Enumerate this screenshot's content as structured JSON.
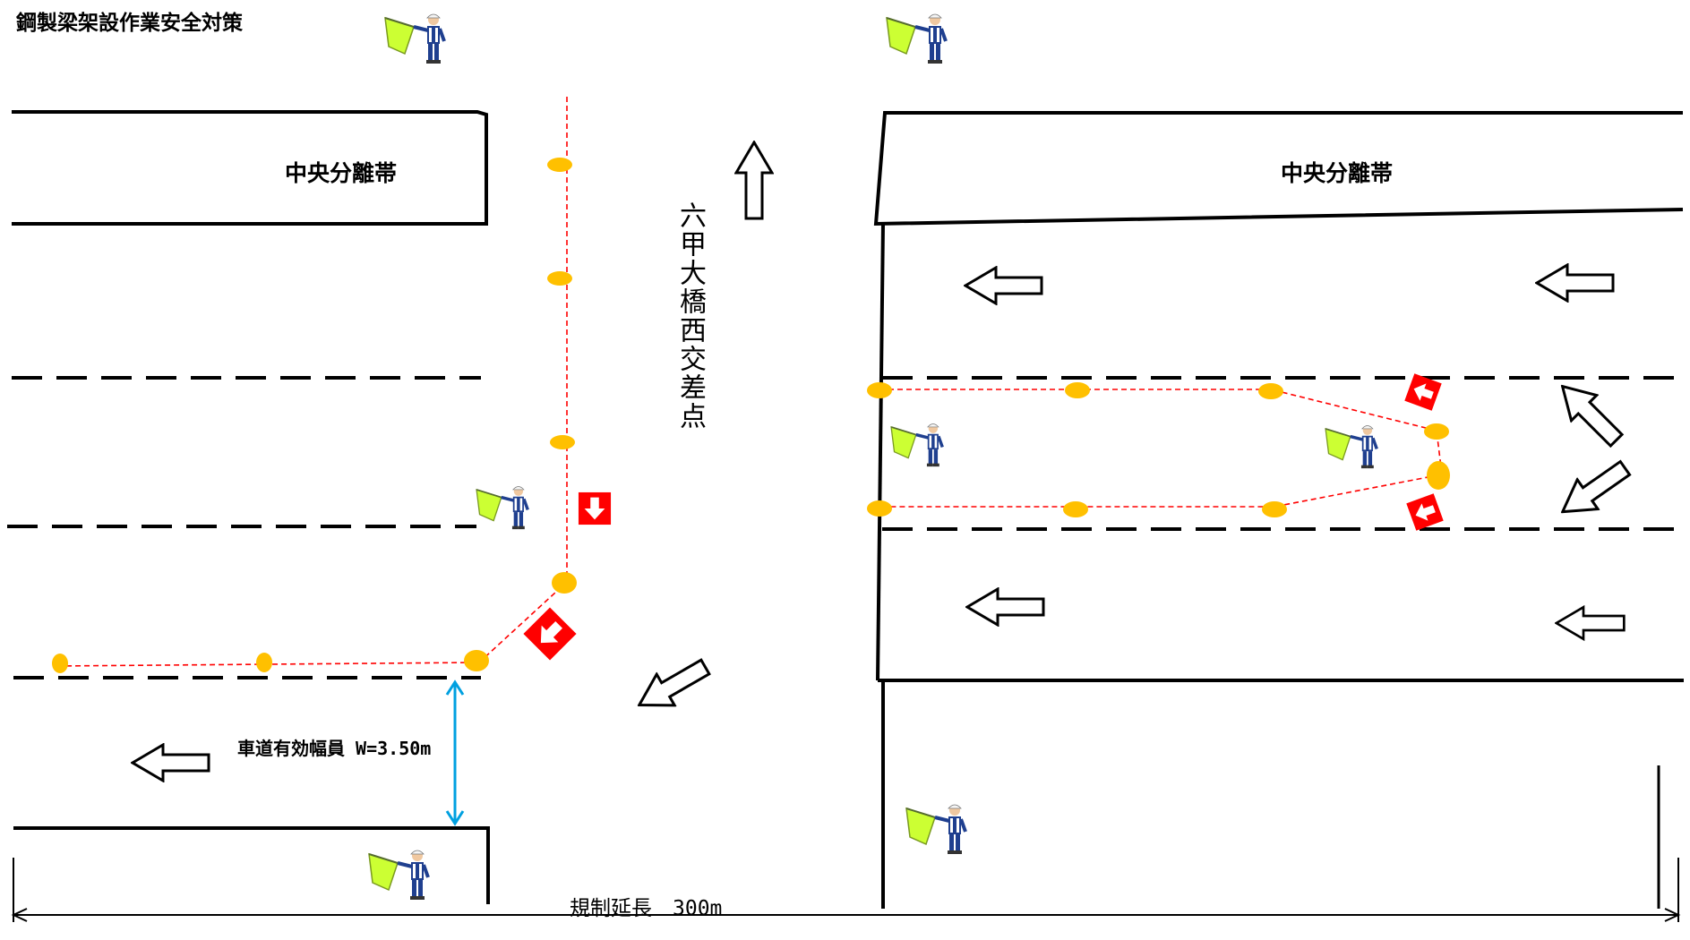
{
  "title": "鋼製梁架設作業安全対策",
  "labels": {
    "median_left": "中央分離帯",
    "median_right": "中央分離帯",
    "intersection_name": "六甲大橋西交差点",
    "lane_width": "車道有効幅員 W=3.50m",
    "regulation_length": "規制延長　300m"
  },
  "icons": {
    "flagman": "flagman-icon",
    "traffic_cone": "traffic-cone-icon",
    "traffic_flow": "traffic-flow-arrow-icon",
    "detour_sign": "detour-arrow-sign-icon"
  },
  "colors": {
    "cone": "#FFC000",
    "regulation_line": "#FF0000",
    "sign": "#FF0000",
    "dimension": "#00A0E0",
    "road_line": "#000000",
    "flag": "#CCFF33"
  }
}
